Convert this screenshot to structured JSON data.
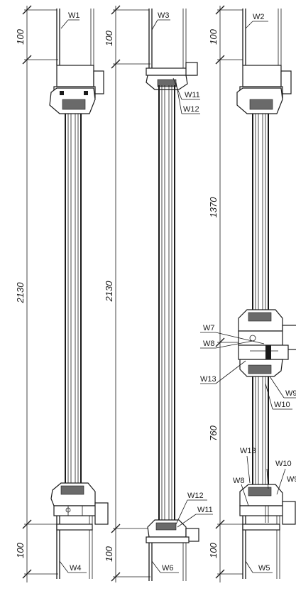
{
  "colors": {
    "line": "#1a1a1a",
    "background": "#ffffff"
  },
  "dimensions": {
    "left": [
      "100",
      "2130",
      "100"
    ],
    "middle": [
      "100",
      "2130",
      "100"
    ],
    "right": [
      "100",
      "1370",
      "760",
      "100"
    ]
  },
  "labels": {
    "w1": "W1",
    "w2": "W2",
    "w3": "W3",
    "w4": "W4",
    "w5": "W5",
    "w6": "W6",
    "w7": "W7",
    "w8_upper": "W8",
    "w8_lower": "W8",
    "w9_upper": "W9",
    "w9_lower": "W9",
    "w10_upper": "W10",
    "w10_lower": "W10",
    "w11_top": "W11",
    "w11_bottom": "W11",
    "w12_top": "W12",
    "w12_bottom": "W12",
    "w13_upper": "W13",
    "w13_lower": "W13"
  }
}
